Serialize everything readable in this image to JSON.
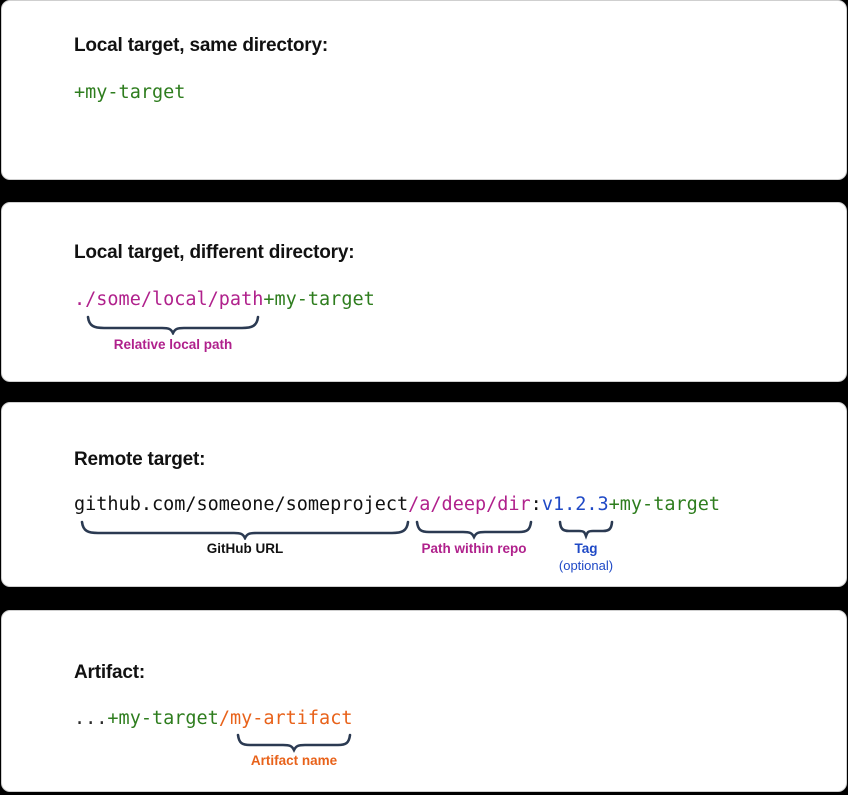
{
  "deck": {
    "background_color": "#000000",
    "panel_color": "#ffffff",
    "slides": [
      {
        "id": "local-same-directory",
        "heading": "Local target, same directory:",
        "code_tokens": [
          {
            "text": "+my-target",
            "color": "#2E7D1E",
            "role": "target-name"
          }
        ],
        "annotations": []
      },
      {
        "id": "local-different-directory",
        "heading": "Local target, different directory:",
        "code_tokens": [
          {
            "text": "./some/local/path",
            "color": "#B0218C",
            "role": "relative-path"
          },
          {
            "text": "+my-target",
            "color": "#2E7D1E",
            "role": "target-name"
          }
        ],
        "annotations": [
          {
            "label": "Relative local path",
            "sublabel": "",
            "color": "#B0218C"
          }
        ]
      },
      {
        "id": "remote-target",
        "heading": "Remote target:",
        "code_tokens": [
          {
            "text": "github.com/someone/someproject",
            "color": "#111111",
            "role": "github-url"
          },
          {
            "text": "/a/deep/dir",
            "color": "#B0218C",
            "role": "path-within-repo"
          },
          {
            "text": ":",
            "color": "#111111",
            "role": "separator"
          },
          {
            "text": "v1.2.3",
            "color": "#1F49C6",
            "role": "tag"
          },
          {
            "text": "+my-target",
            "color": "#2E7D1E",
            "role": "target-name"
          }
        ],
        "annotations": [
          {
            "label": "GitHub URL",
            "sublabel": "",
            "color": "#111111"
          },
          {
            "label": "Path within repo",
            "sublabel": "",
            "color": "#B0218C"
          },
          {
            "label": "Tag",
            "sublabel": "(optional)",
            "color": "#1F49C6"
          }
        ]
      },
      {
        "id": "artifact",
        "heading": "Artifact:",
        "code_tokens": [
          {
            "text": "...",
            "color": "#2b2b2b",
            "role": "ellipsis"
          },
          {
            "text": "+my-target",
            "color": "#2E7D1E",
            "role": "target-name"
          },
          {
            "text": "/my-artifact",
            "color": "#E8621A",
            "role": "artifact-name"
          }
        ],
        "annotations": [
          {
            "label": "Artifact name",
            "sublabel": "",
            "color": "#E8621A"
          }
        ]
      }
    ]
  },
  "slide1": {
    "heading": "Local target, same directory:",
    "code": {
      "target": "+my-target"
    }
  },
  "slide2": {
    "heading": "Local target, different directory:",
    "code": {
      "path": "./some/local/path",
      "target": "+my-target"
    },
    "ann": {
      "path_label": "Relative local path"
    }
  },
  "slide3": {
    "heading": "Remote target:",
    "code": {
      "url": "github.com/someone/someproject",
      "repo_path": "/a/deep/dir",
      "colon": ":",
      "tag": "v1.2.3",
      "target": "+my-target"
    },
    "ann": {
      "url_label": "GitHub URL",
      "repo_path_label": "Path within repo",
      "tag_label": "Tag",
      "tag_sublabel": "(optional)"
    }
  },
  "slide4": {
    "heading": "Artifact:",
    "code": {
      "ellipsis": "...",
      "target": "+my-target",
      "artifact": "/my-artifact"
    },
    "ann": {
      "artifact_label": "Artifact name"
    }
  }
}
